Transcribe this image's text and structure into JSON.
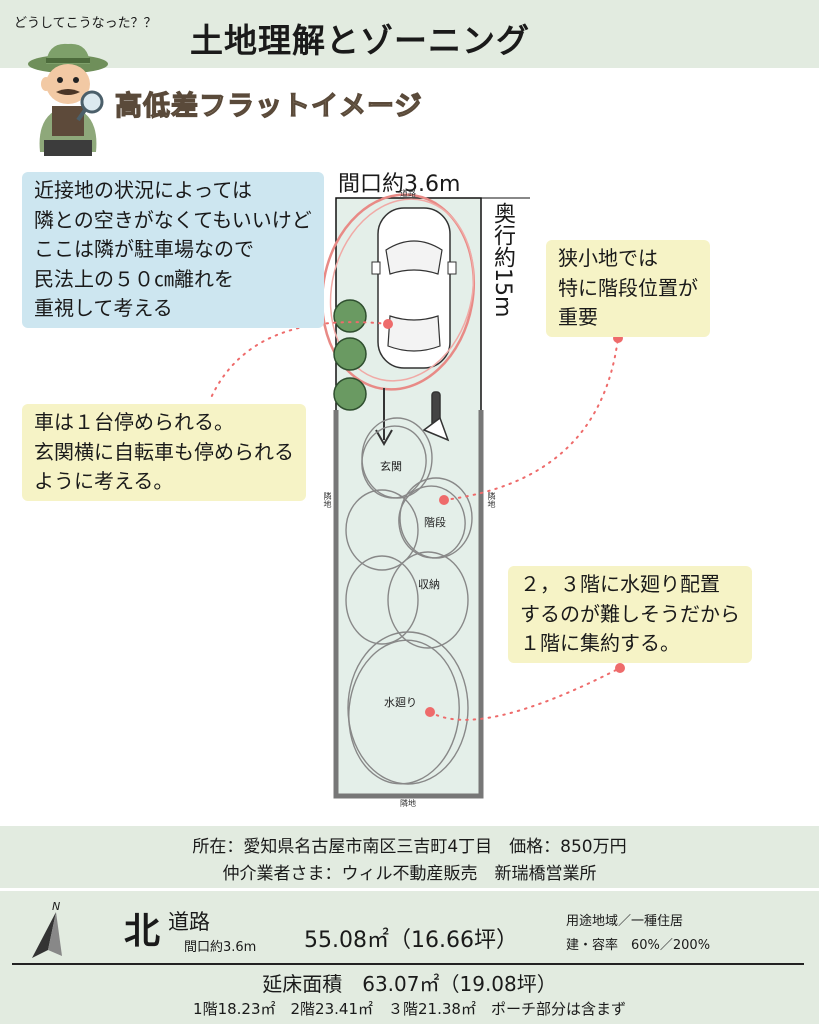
{
  "header": {
    "kicker": "どうしてこうなった？？",
    "title": "土地理解とゾーニング",
    "subtitle": "高低差フラットイメージ"
  },
  "plan": {
    "frontage_label": "間口約3.6m",
    "depth_label": "奥行約15m",
    "road_top": "道路",
    "neighbor_bottom": "隣地",
    "neighbor_left": "隣地",
    "neighbor_right": "隣地",
    "rooms": {
      "entrance": "玄関",
      "stairs": "階段",
      "storage": "収納",
      "water": "水廻り"
    }
  },
  "notes": {
    "neighbor": [
      "近接地の状況によっては",
      "隣との空きがなくてもいいけど",
      "ここは隣が駐車場なので",
      "民法上の５０㎝離れを",
      "重視して考える"
    ],
    "parking": [
      "車は１台停められる。",
      "玄関横に自転車も停められる",
      "ように考える。"
    ],
    "stairs": [
      "狭小地では",
      "特に階段位置が",
      "重要"
    ],
    "water": [
      "２，３階に水廻り配置",
      "するのが難しそうだから",
      "１階に集約する。"
    ]
  },
  "info": {
    "location": "所在：愛知県名古屋市南区三吉町4丁目　価格：850万円",
    "broker": "仲介業者さま：ウィル不動産販売　新瑞橋営業所"
  },
  "summary": {
    "compass_letter": "N",
    "direction": "北",
    "road": "道路",
    "frontage": "間口約3.6m",
    "land_area": "55.08㎡（16.66坪）",
    "zoning": "用途地域／一種住居",
    "coverage": "建・容率　60%／200%",
    "floor_area": "延床面積　63.07㎡（19.08坪）",
    "floors": "1階18.23㎡　2階23.41㎡　３階21.38㎡　ポーチ部分は含まず"
  },
  "colors": {
    "band": "#e2ebe0",
    "site_fill": "#e4efe9",
    "red_ellipse": "#e88a86",
    "dot": "#ee6b6b"
  }
}
